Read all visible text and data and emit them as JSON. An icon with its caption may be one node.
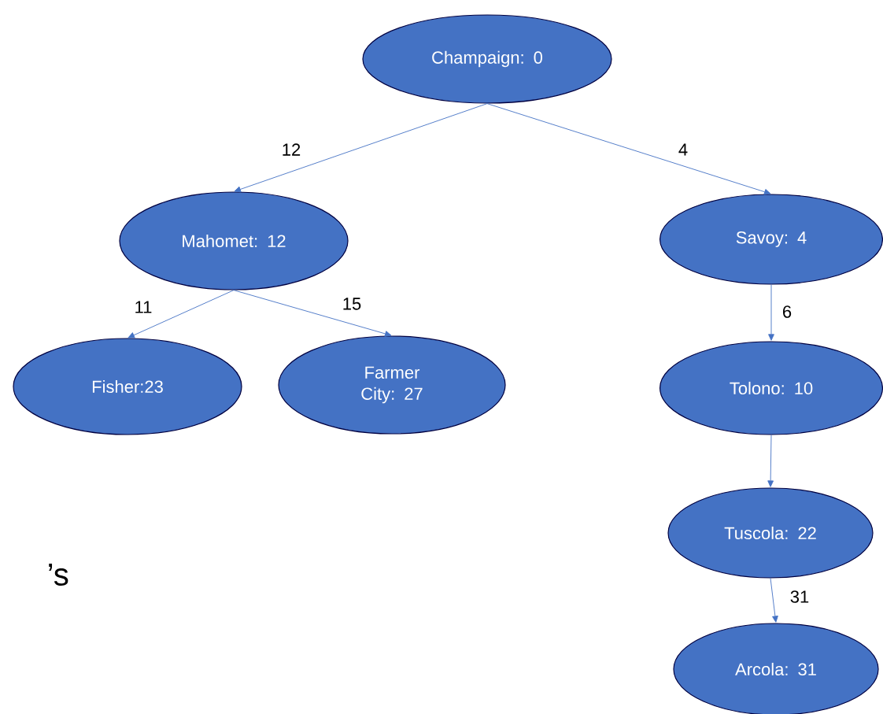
{
  "diagram": {
    "nodes": [
      {
        "text": [
          "Champaign: 0"
        ]
      },
      {
        "text": [
          "Mahomet: 12"
        ]
      },
      {
        "text": [
          "Savoy: 4"
        ]
      },
      {
        "text": [
          "Fisher:23"
        ]
      },
      {
        "text": [
          "Farmer City: 27"
        ]
      },
      {
        "text": [
          "Tolono: 10"
        ]
      },
      {
        "text": [
          "Tuscola: 22"
        ]
      },
      {
        "text": [
          "Arcola: 31"
        ]
      }
    ],
    "edges": [
      {
        "from": 0,
        "to": 1,
        "arrow": "to",
        "label": "12"
      },
      {
        "from": 0,
        "to": 2,
        "arrow": "to",
        "label": "4"
      },
      {
        "from": 1,
        "to": 3,
        "arrow": "to",
        "label": "11"
      },
      {
        "from": 1,
        "to": 4,
        "arrow": "to",
        "label": "15"
      },
      {
        "from": 2,
        "to": 5,
        "arrow": "to",
        "label": "6"
      },
      {
        "from": 5,
        "to": 6,
        "arrow": "to"
      },
      {
        "from": 6,
        "to": 7,
        "arrow": "to",
        "label": "31"
      }
    ],
    "labels": [
      "’s"
    ]
  }
}
